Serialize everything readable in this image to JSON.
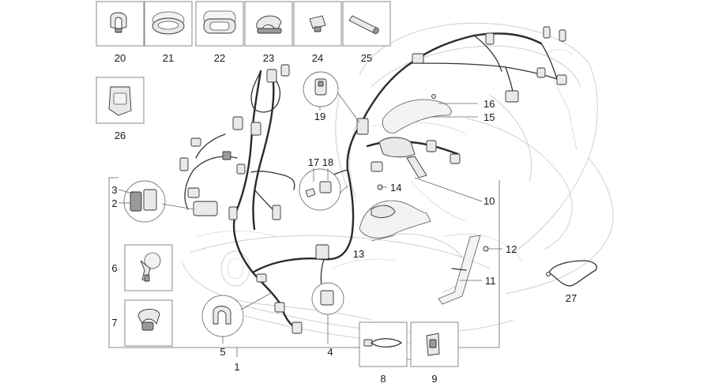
{
  "diagram": {
    "callouts": {
      "n1": "1",
      "n2": "2",
      "n3": "3",
      "n4": "4",
      "n5": "5",
      "n6": "6",
      "n7": "7",
      "n8": "8",
      "n9": "9",
      "n10": "10",
      "n11": "11",
      "n12": "12",
      "n13": "13",
      "n14": "14",
      "n15": "15",
      "n16": "16",
      "n17": "17",
      "n18": "18",
      "n19": "19",
      "n20": "20",
      "n21": "21",
      "n22": "22",
      "n23": "23",
      "n24": "24",
      "n25": "25",
      "n26": "26",
      "n27": "27"
    }
  }
}
